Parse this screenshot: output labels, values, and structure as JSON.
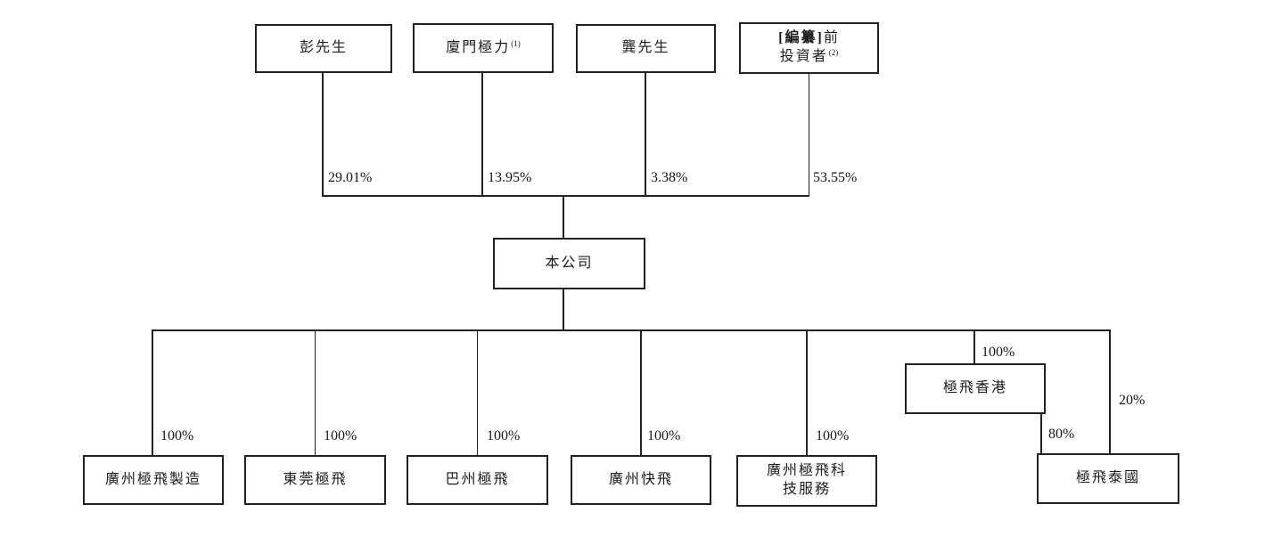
{
  "shareholders": [
    {
      "name": "彭先生",
      "ownership": "29.01%"
    },
    {
      "name": "廈門極力",
      "footnote": "(1)",
      "ownership": "13.95%"
    },
    {
      "name": "龔先生",
      "ownership": "3.38%"
    },
    {
      "name_bold": "[編纂]",
      "name_line1_rest": "前",
      "name_line2": "投資者",
      "footnote": "(2)",
      "ownership": "53.55%"
    }
  ],
  "company": {
    "name": "本公司"
  },
  "subsidiaries": [
    {
      "name": "廣州極飛製造",
      "ownership": "100%"
    },
    {
      "name": "東莞極飛",
      "ownership": "100%"
    },
    {
      "name": "巴州極飛",
      "ownership": "100%"
    },
    {
      "name": "廣州快飛",
      "ownership": "100%"
    },
    {
      "name_line1": "廣州極飛科",
      "name_line2": "技服務",
      "ownership": "100%"
    },
    {
      "name": "極飛香港",
      "ownership": "100%"
    },
    {
      "name": "極飛泰國",
      "ownership_from_hk": "80%",
      "ownership_from_company": "20%"
    }
  ],
  "colors": {
    "line": "#232325",
    "background": "#ffffff",
    "text": "#1c1c1e"
  }
}
